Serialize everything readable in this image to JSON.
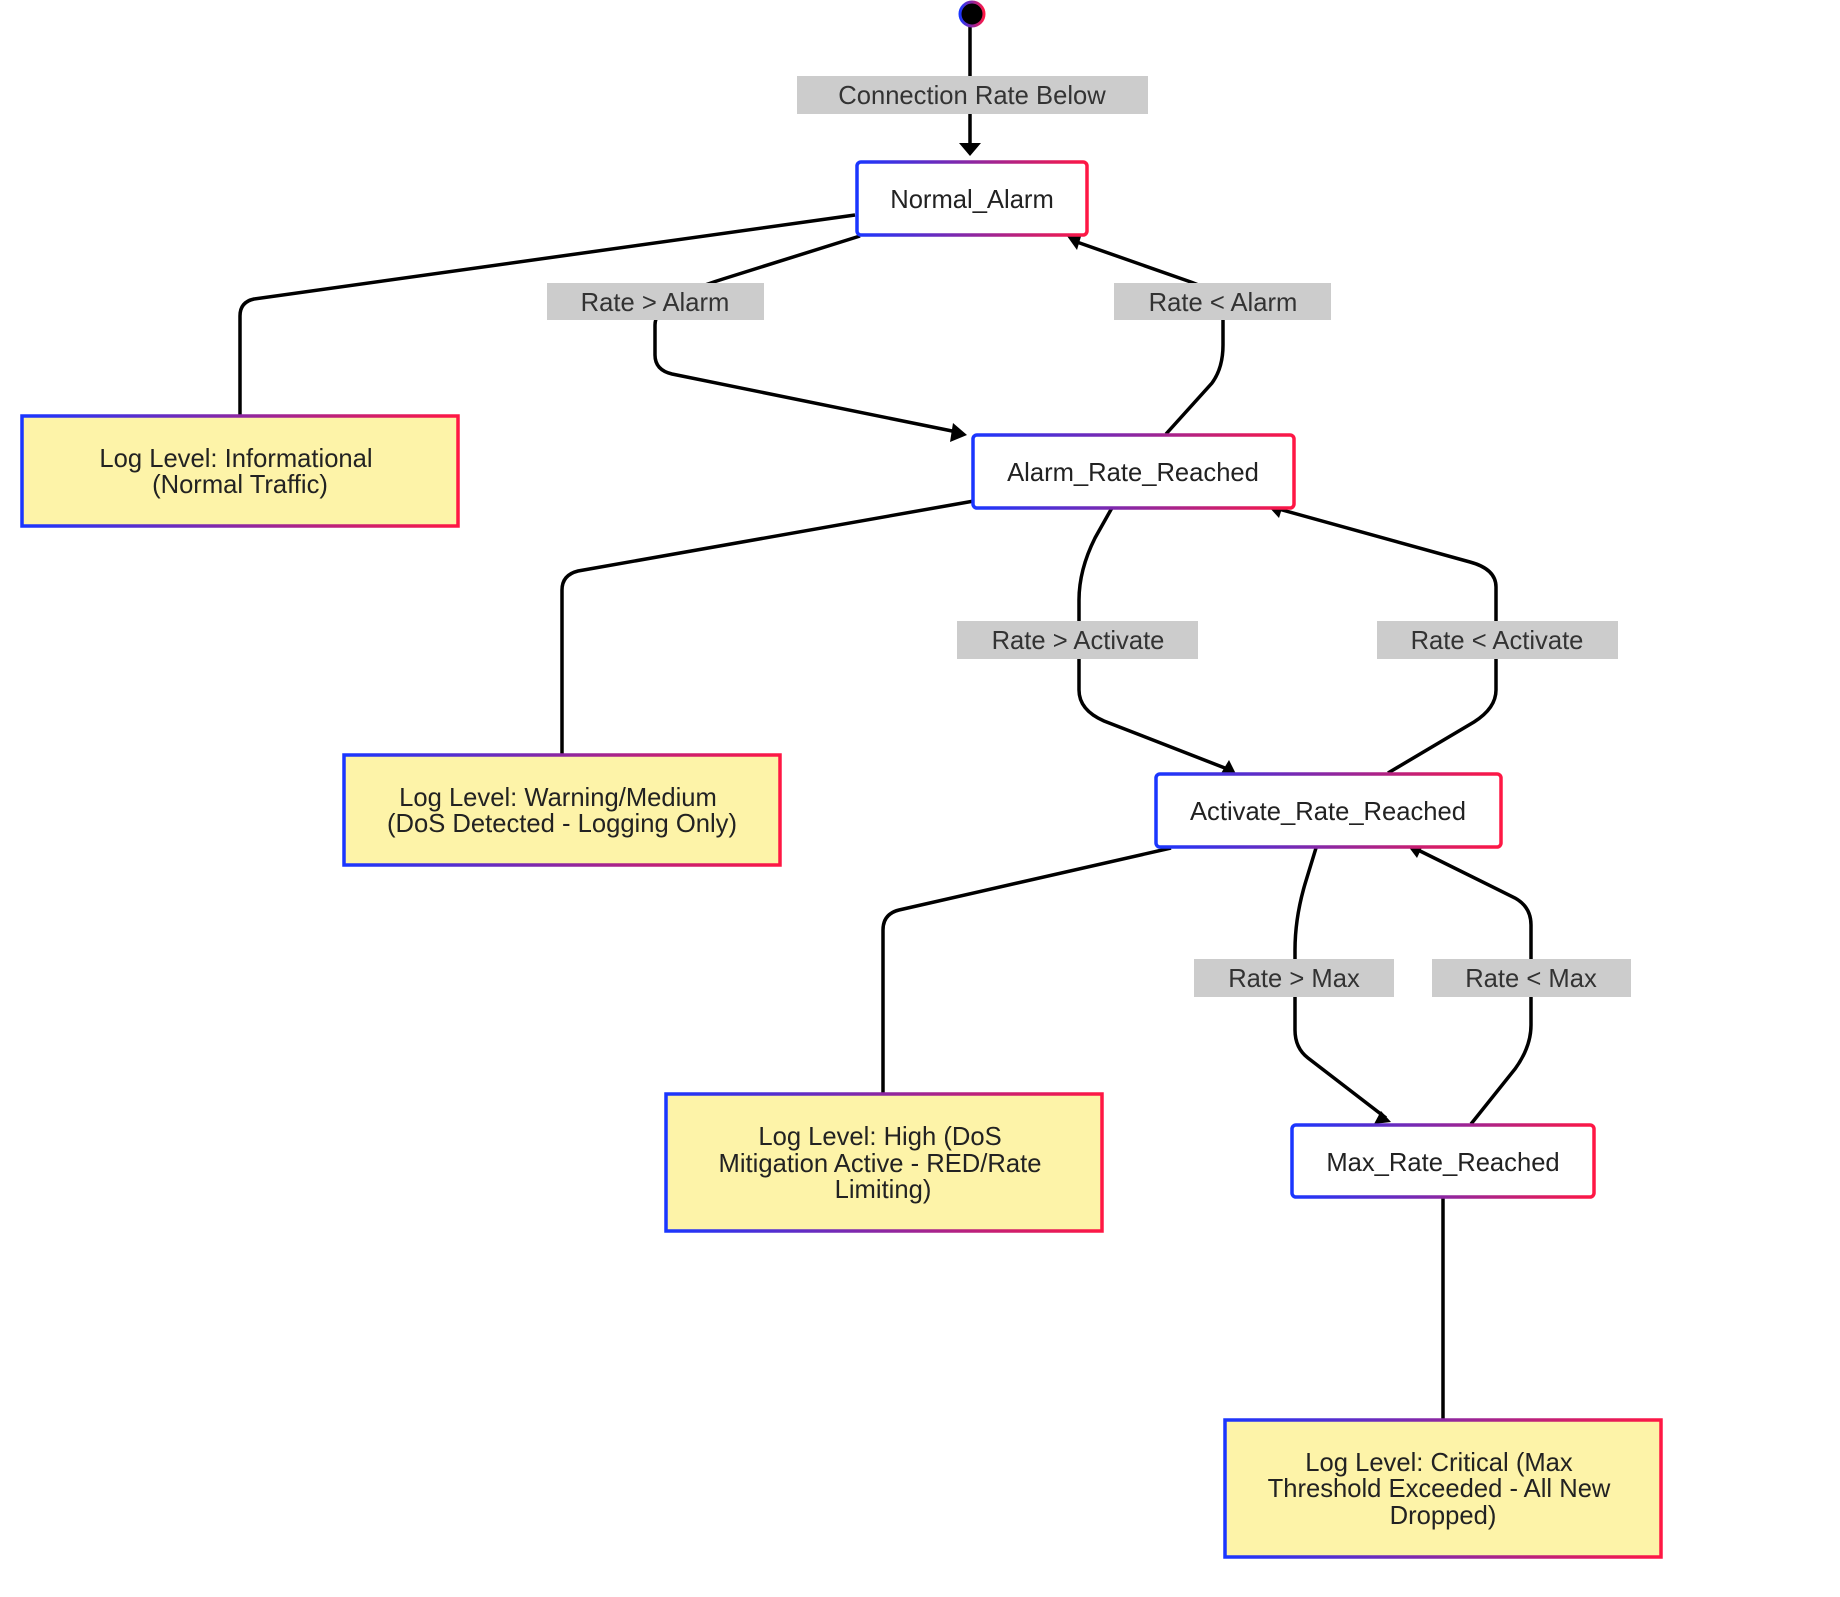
{
  "diagram": {
    "type": "state-diagram",
    "colors": {
      "background": "#ffffff",
      "state_fill": "#ffffff",
      "note_fill": "#fdf3a8",
      "border_gradient_start": "#1a36ff",
      "border_gradient_end": "#ff1744",
      "edge": "#000000",
      "edge_label_bg": "#cccccc",
      "start_dot": "#000000"
    },
    "states": {
      "normal": "Normal_Alarm",
      "alarm": "Alarm_Rate_Reached",
      "activate": "Activate_Rate_Reached",
      "max": "Max_Rate_Reached"
    },
    "notes": {
      "normal": [
        "Log Level: Informational",
        "(Normal Traffic)"
      ],
      "alarm": [
        "Log Level: Warning/Medium",
        "(DoS Detected - Logging Only)"
      ],
      "activate": [
        "Log Level: High (DoS",
        "Mitigation Active - RED/Rate",
        "Limiting)"
      ],
      "max": [
        "Log Level: Critical (Max",
        "Threshold Exceeded - All New",
        "Dropped)"
      ]
    },
    "edges": {
      "start": "Connection Rate Below",
      "alarm_up": "Rate > Alarm",
      "alarm_down": "Rate < Alarm",
      "activate_up": "Rate > Activate",
      "activate_down": "Rate < Activate",
      "max_up": "Rate > Max",
      "max_down": "Rate < Max"
    }
  }
}
